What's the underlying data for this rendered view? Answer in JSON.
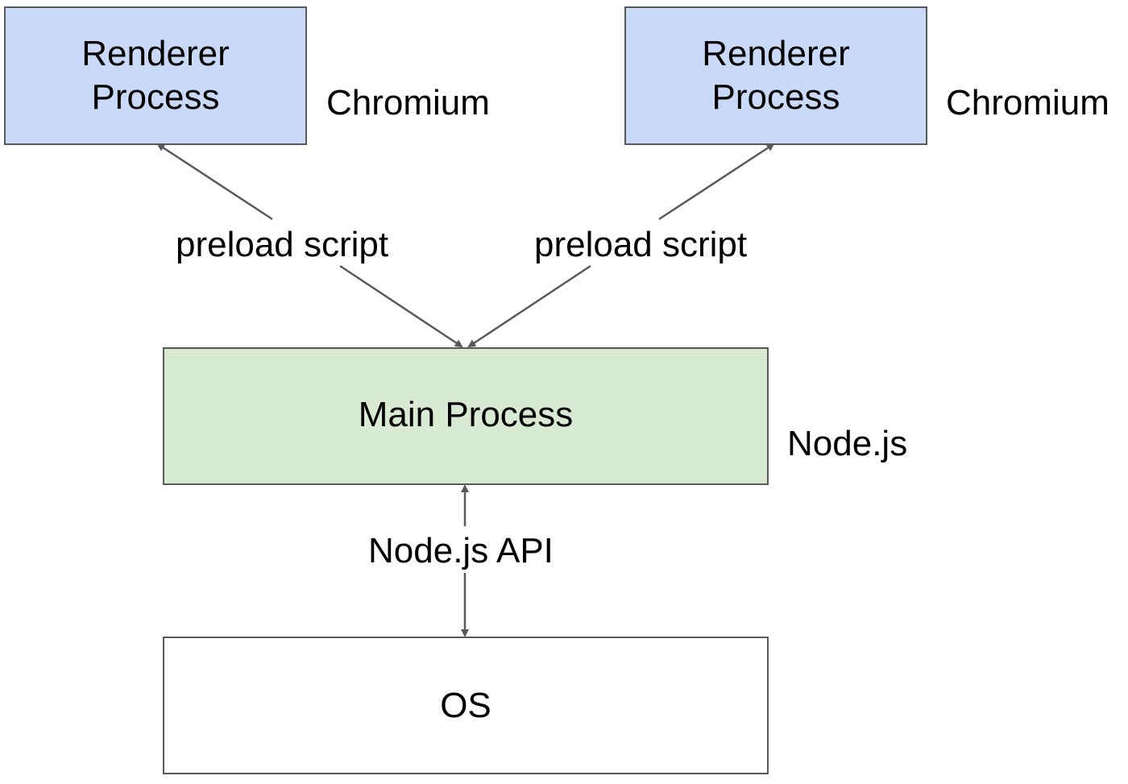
{
  "renderers": [
    {
      "line1": "Renderer",
      "line2": "Process",
      "runtime_label": "Chromium"
    },
    {
      "line1": "Renderer",
      "line2": "Process",
      "runtime_label": "Chromium"
    }
  ],
  "main_process": {
    "label": "Main Process",
    "runtime_label": "Node.js"
  },
  "os": {
    "label": "OS"
  },
  "connections": {
    "preload_left": "preload script",
    "preload_right": "preload script",
    "api": "Node.js API"
  },
  "colors": {
    "renderer_fill": "#c9daf8",
    "main_fill": "#d9ead3",
    "os_fill": "#ffffff",
    "border": "#595959",
    "arrow": "#595959"
  }
}
